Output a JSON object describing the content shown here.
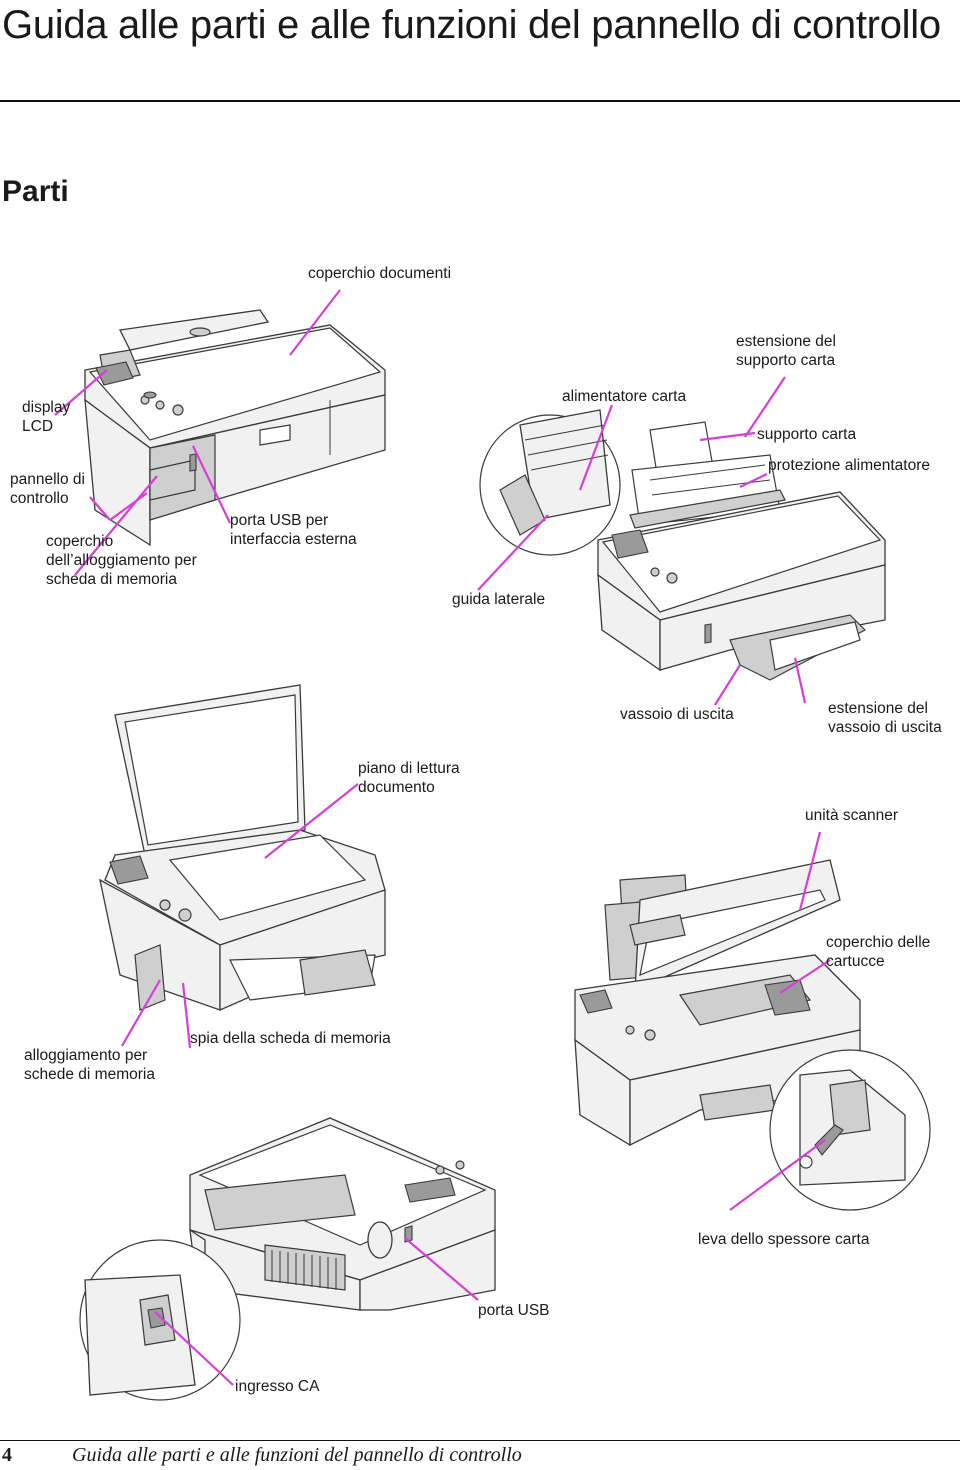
{
  "page": {
    "title": "Guida alle parti e alle funzioni del pannello di controllo",
    "section": "Parti"
  },
  "labels": {
    "coperchio_documenti": "coperchio documenti",
    "estensione_supporto": "estensione del\nsupporto carta",
    "alimentatore_carta": "alimentatore carta",
    "display_lcd": "display\nLCD",
    "supporto_carta": "supporto carta",
    "pannello_controllo": "pannello di\ncontrollo",
    "protezione_alimentatore": "protezione alimentatore",
    "porta_usb_esterna": "porta USB per\ninterfaccia esterna",
    "coperchio_alloggiamento": "coperchio\ndell’alloggiamento per\nscheda di memoria",
    "guida_laterale": "guida laterale",
    "vassoio_uscita": "vassoio di uscita",
    "estensione_vassoio": "estensione del\nvassoio di uscita",
    "piano_lettura": "piano di lettura\ndocumento",
    "unita_scanner": "unità scanner",
    "coperchio_cartucce": "coperchio delle\ncartucce",
    "alloggiamento_schede": "alloggiamento per\nschede di memoria",
    "spia_scheda": "spia della scheda di memoria",
    "leva_spessore": "leva dello spessore carta",
    "porta_usb": "porta USB",
    "ingresso_ca": "ingresso CA"
  },
  "footer": {
    "page_number": "4",
    "running_title": "Guida alle parti e alle funzioni del pannello di controllo"
  },
  "colors": {
    "leader_line": "#d63fd6",
    "printer_body": "#f1f1f1",
    "printer_shade": "#c9c9c9",
    "outline": "#3a3a3a"
  }
}
